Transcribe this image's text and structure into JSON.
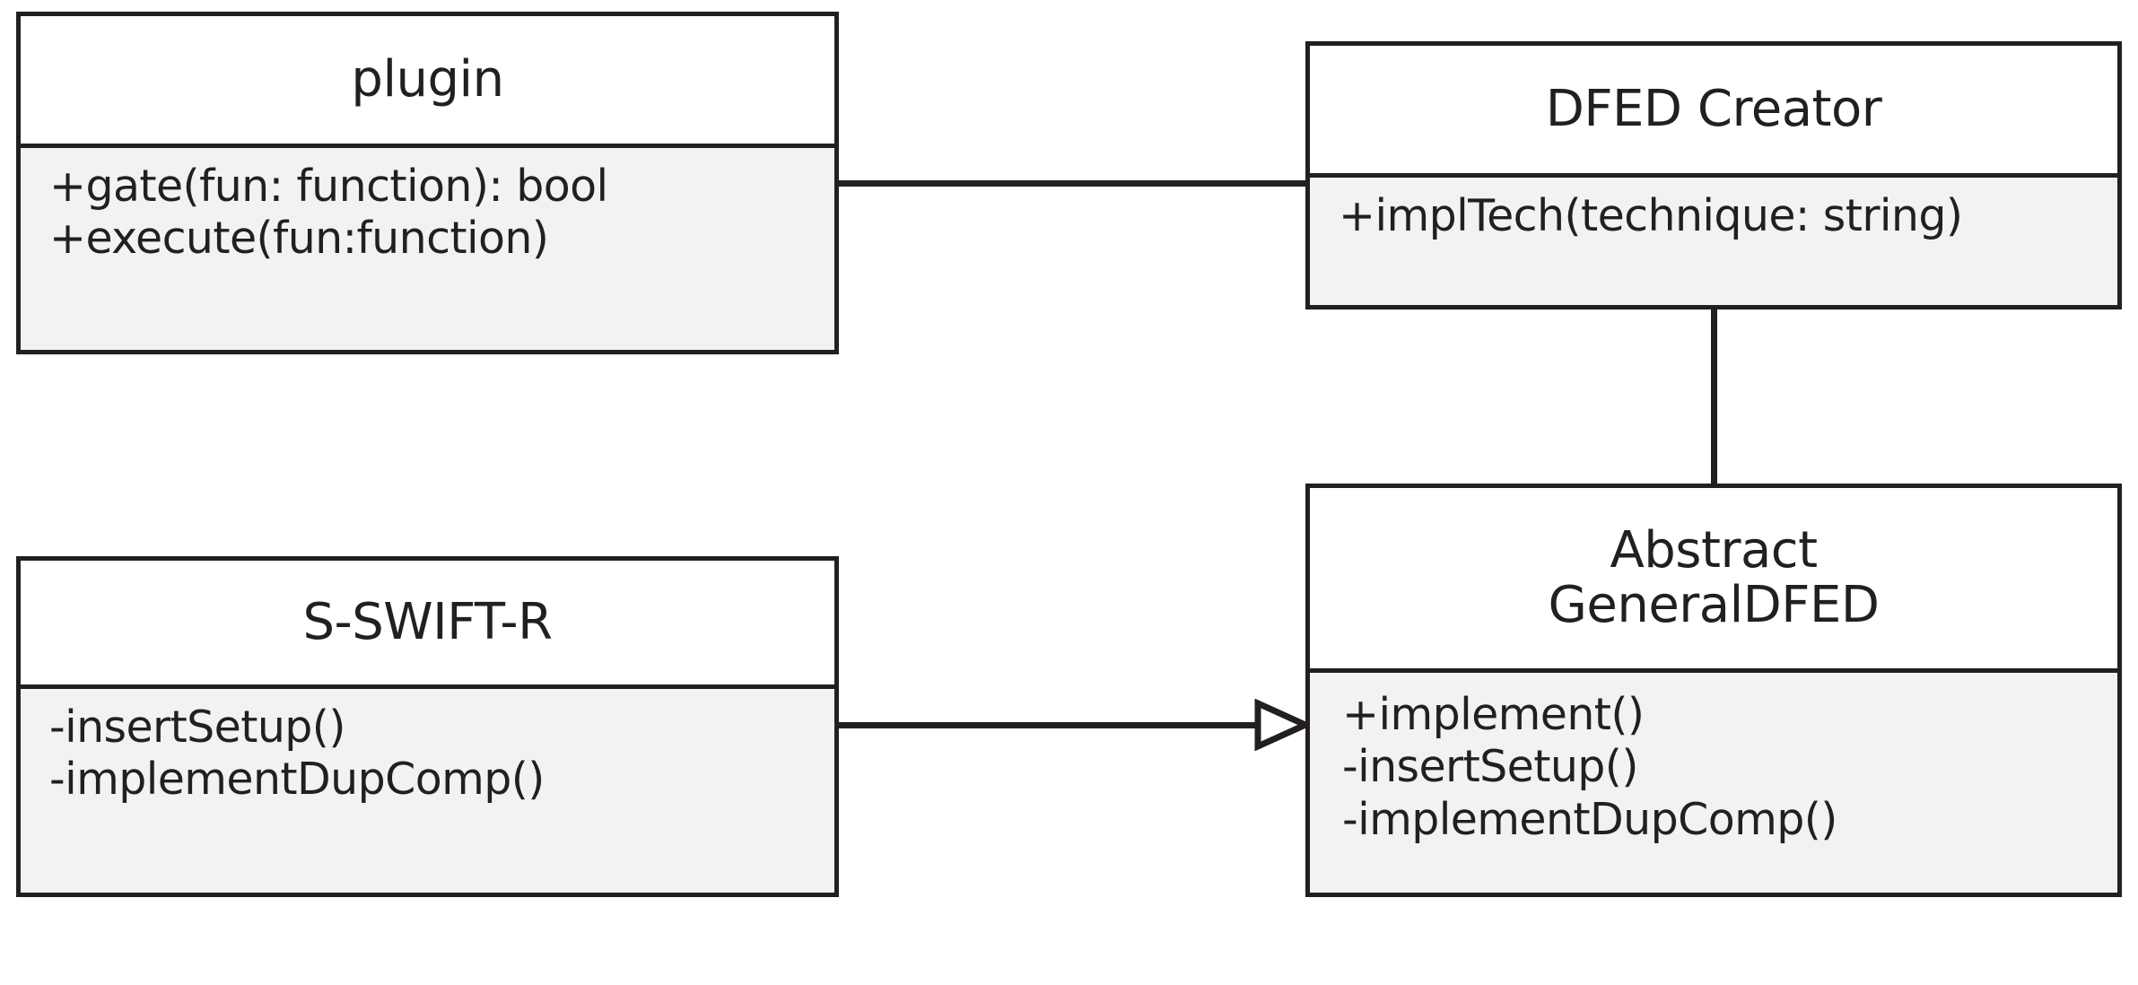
{
  "diagram": {
    "type": "uml-class-diagram",
    "background_color": "#ffffff",
    "line_color": "#231f20",
    "body_fill_color": "#f2f2f2",
    "header_fill_color": "#ffffff",
    "classes": [
      {
        "id": "plugin",
        "name": "plugin",
        "members": [
          "+gate(fun: function): bool",
          "+execute(fun:function)"
        ]
      },
      {
        "id": "dfed-creator",
        "name": "DFED Creator",
        "members": [
          "+implTech(technique: string)"
        ]
      },
      {
        "id": "s-swift-r",
        "name": "S-SWIFT-R",
        "members": [
          "-insertSetup()",
          "-implementDupComp()"
        ]
      },
      {
        "id": "abstract-generaldfed",
        "name": "Abstract\nGeneralDFED",
        "members": [
          "+implement()",
          "-insertSetup()",
          "-implementDupComp()"
        ]
      }
    ],
    "connectors": [
      {
        "id": "plugin-to-dfed-creator",
        "from": "plugin",
        "to": "dfed-creator",
        "kind": "association",
        "arrowhead": "none"
      },
      {
        "id": "dfed-creator-to-generaldfed",
        "from": "dfed-creator",
        "to": "abstract-generaldfed",
        "kind": "association",
        "arrowhead": "none"
      },
      {
        "id": "s-swift-r-to-generaldfed",
        "from": "s-swift-r",
        "to": "abstract-generaldfed",
        "kind": "generalization",
        "arrowhead": "hollow-triangle"
      }
    ]
  }
}
